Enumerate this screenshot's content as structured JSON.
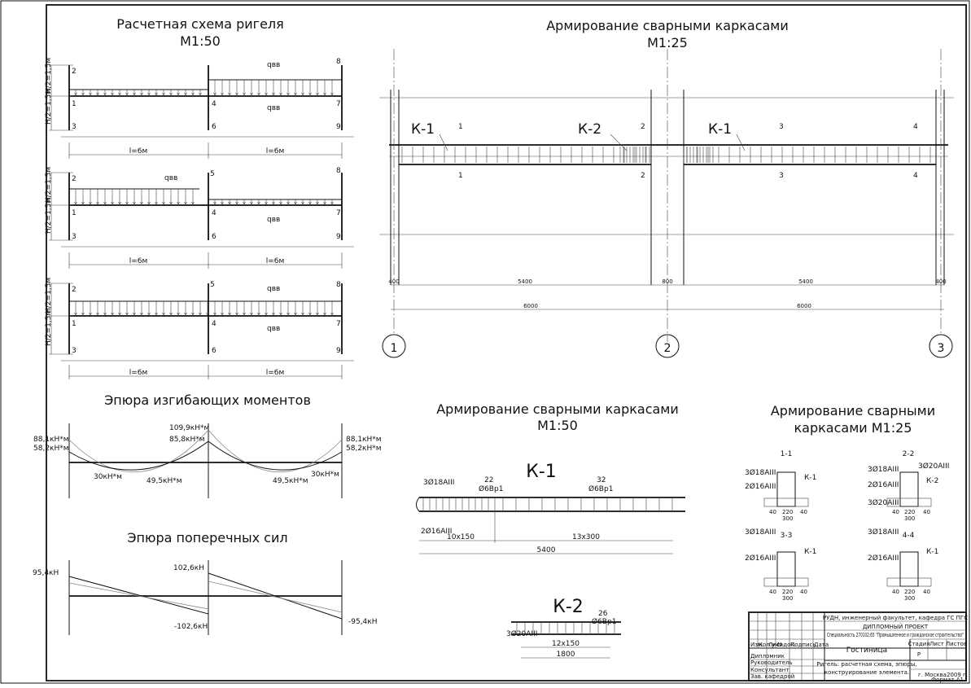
{
  "titles": {
    "scheme": "Расчетная схема ригеля",
    "scheme_scale": "М1:50",
    "weld_top": "Армирование сварными каркасами",
    "weld_top_scale": "М1:25",
    "moments": "Эпюра изгибающих моментов",
    "shear": "Эпюра поперечных сил",
    "weld_mid": "Армирование сварными каркасами",
    "weld_mid_scale": "М1:50",
    "weld_right_1": "Армирование сварными",
    "weld_right_2": "каркасами М1:25"
  },
  "schemes": {
    "nodes": [
      "1",
      "2",
      "3",
      "4",
      "5",
      "6",
      "7",
      "8",
      "9"
    ],
    "height_label": "H/2=1,5м",
    "span_label": "l=6м",
    "load_label_a": "qвв",
    "load_label_b": "qвв"
  },
  "moments": {
    "left_1": "88,1кН*м",
    "left_2": "58,2кН*м",
    "mid_1": "109,9кН*м",
    "mid_2": "85,8кН*м",
    "right_1": "88,1кН*м",
    "right_2": "58,2кН*м",
    "span_l_1": "30кН*м",
    "span_l_2": "49,5кН*м",
    "span_r_1": "49,5кН*м",
    "span_r_2": "30кН*м"
  },
  "shear": {
    "left": "95,4кН",
    "mid_top": "102,6кН",
    "mid_bot": "-102,6кН",
    "right": "-95,4кН"
  },
  "beam": {
    "frames": [
      "К-1",
      "К-2",
      "К-1"
    ],
    "sections": [
      "1",
      "1",
      "2",
      "2",
      "3",
      "3",
      "4"
    ],
    "dims": [
      "400",
      "5400",
      "800",
      "5400",
      "400"
    ],
    "spans": [
      "6000",
      "6000"
    ],
    "axes": [
      "1",
      "2",
      "3"
    ]
  },
  "k1": {
    "name": "К-1",
    "top_bars": "3Ø18АIII",
    "bot_bars": "2Ø16АIII",
    "pos_22": "22",
    "pos_32": "32",
    "stirrup": "Ø6Вр1",
    "stirrup2": "Ø6Вр1",
    "step1": "10х150",
    "step2": "13х300",
    "length": "5400"
  },
  "k2": {
    "name": "К-2",
    "pos": "26",
    "stirrup": "Ø6Вр1",
    "bars": "3Ø20АIII",
    "step": "12х150",
    "length": "1800"
  },
  "sections": {
    "s11": {
      "title": "1-1",
      "top": "3Ø18АIII",
      "bot": "2Ø16АIII",
      "frame": "К-1"
    },
    "s22": {
      "title": "2-2",
      "top": "3Ø18АIII",
      "top2": "3Ø20АIII",
      "bot": "2Ø16АIII",
      "bot2": "3Ø20АIII",
      "frame": "К-2"
    },
    "s33": {
      "title": "3-3",
      "top": "3Ø18АIII",
      "bot": "2Ø16АIII",
      "frame": "К-1"
    },
    "s44": {
      "title": "4-4",
      "top": "3Ø18АIII",
      "bot": "2Ø16АIII",
      "frame": "К-1"
    },
    "d1": "40",
    "d2": "220",
    "d3": "40",
    "d4": "300"
  },
  "stamp": {
    "org": "РУДН, инженерный факультет, кафедра ГС ПГС",
    "project": "ДИПЛОМНЫЙ ПРОЕКТ",
    "spec": "Специальность 270102.65 \"Промышленное и гражданское строительство\"",
    "object": "Гостиница",
    "sheet_title_1": "Ригель: расчетная схема, эпюры,",
    "sheet_title_2": "конструирование элемента.",
    "city": "г. Москва",
    "year": "2009 г.",
    "stage": "Стадия",
    "sheet": "Лист",
    "sheets": "Листов",
    "stage_val": "Р",
    "cols": [
      "Изм.",
      "Кол.уч.",
      "Лист",
      "№док.",
      "Подпись",
      "Дата"
    ],
    "roles": [
      "Дипломник",
      "Руководитель",
      "Консультант",
      "Зав. кафедрой"
    ],
    "format": "Формат А1"
  }
}
